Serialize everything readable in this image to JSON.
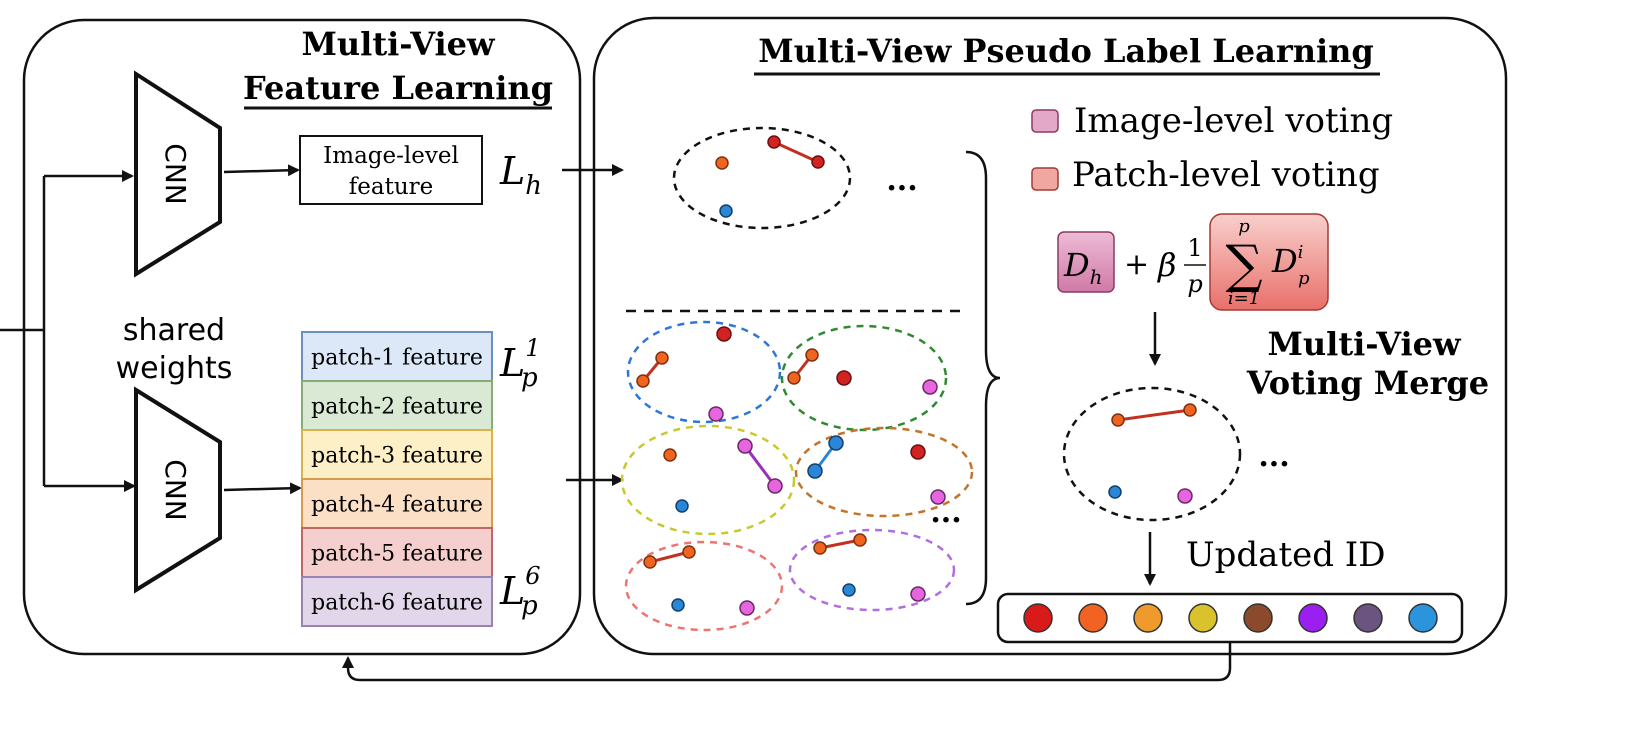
{
  "left_panel": {
    "title_line1": "Multi-View",
    "title_line2": "Feature Learning",
    "cnn_label": "CNN",
    "shared_line1": "shared",
    "shared_line2": "weights",
    "image_feature_line1": "Image-level",
    "image_feature_line2": "feature",
    "loss_image": {
      "base": "L",
      "sub": "h"
    },
    "loss_patch_first": {
      "base": "L",
      "sub": "p",
      "sup": "1"
    },
    "loss_patch_last": {
      "base": "L",
      "sub": "p",
      "sup": "6"
    },
    "patches": [
      {
        "label": "patch-1 feature",
        "fill": "#dce8f7",
        "stroke": "#6b8fc0"
      },
      {
        "label": "patch-2 feature",
        "fill": "#d9e9d3",
        "stroke": "#86ad78"
      },
      {
        "label": "patch-3 feature",
        "fill": "#fdefc6",
        "stroke": "#d8b24a"
      },
      {
        "label": "patch-4 feature",
        "fill": "#fce0c6",
        "stroke": "#d89a4c"
      },
      {
        "label": "patch-5 feature",
        "fill": "#f5cfcd",
        "stroke": "#c26763"
      },
      {
        "label": "patch-6 feature",
        "fill": "#e2d6ea",
        "stroke": "#9a82b3"
      }
    ]
  },
  "right_panel": {
    "title": "Multi-View Pseudo Label Learning",
    "legend": [
      {
        "label": "Image-level voting",
        "color": "#e3a8c8"
      },
      {
        "label": "Patch-level voting",
        "color": "#f1a7a1"
      }
    ],
    "formula": {
      "dh": "D",
      "dh_sub": "h",
      "plus": "+",
      "beta": "β",
      "frac_num": "1",
      "frac_den": "p",
      "sum_top": "p",
      "sum_bottom": "i=1",
      "dp": "D",
      "dp_sub": "p",
      "dp_sup": "i"
    },
    "merge_line1": "Multi-View",
    "merge_line2": "Voting Merge",
    "updated_label": "Updated ID",
    "ellipsis": "...",
    "id_colors": [
      "#d91a1a",
      "#f26322",
      "#ee9a2d",
      "#d9c22b",
      "#8b4a2b",
      "#9b1ff0",
      "#6b5580",
      "#2a95dd"
    ]
  },
  "colors": {
    "red": "#d32222",
    "orange": "#f06420",
    "blue": "#2a86d6",
    "magenta": "#e766e0",
    "red_link": "#c23020",
    "blue_link": "#2a86d6",
    "purple_link": "#9b30b8",
    "cluster_blue": "#2d78d6",
    "cluster_green": "#2f8a2f",
    "cluster_yellow": "#c8c830",
    "cluster_orange": "#c4742a",
    "cluster_pink": "#ee7470",
    "cluster_purple": "#b06ee0"
  }
}
